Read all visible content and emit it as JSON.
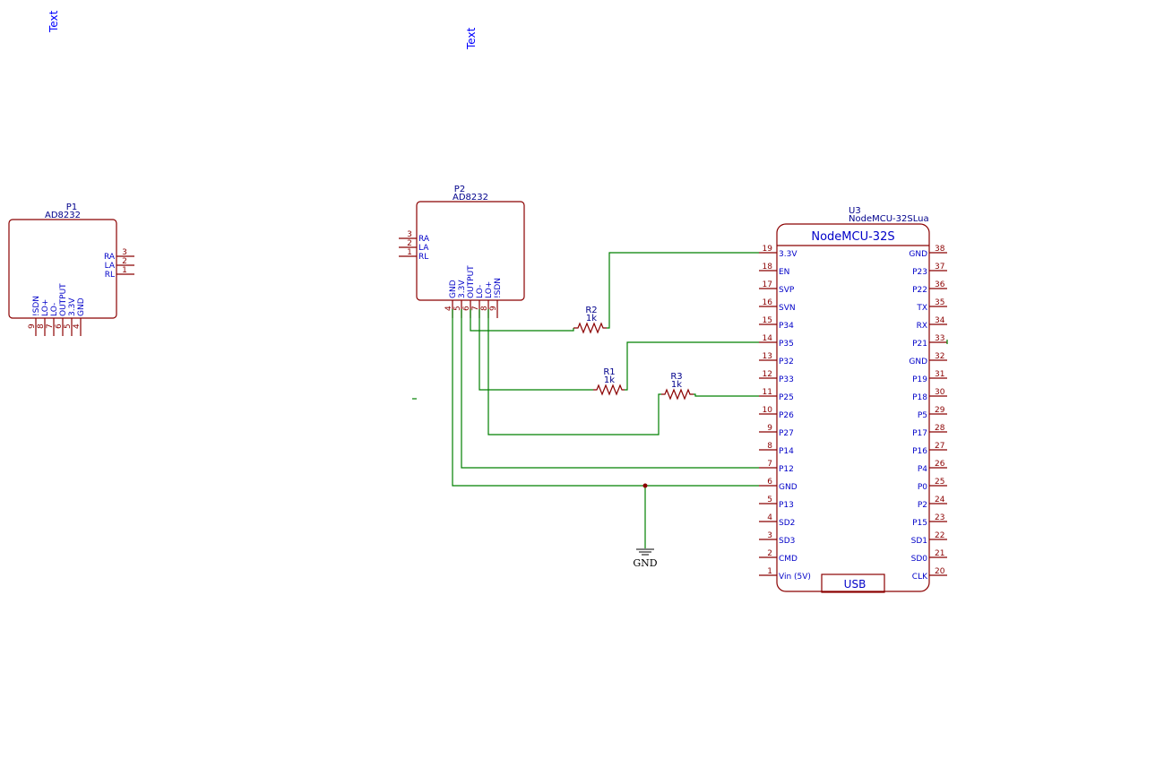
{
  "free_texts": [
    "Text",
    "Text"
  ],
  "p1": {
    "ref": "P1",
    "value": "AD8232",
    "right_pins": [
      {
        "name": "RA",
        "num": "3"
      },
      {
        "name": "LA",
        "num": "2"
      },
      {
        "name": "RL",
        "num": "1"
      }
    ],
    "bottom_pins": [
      {
        "name": "!SDN",
        "num": "9"
      },
      {
        "name": "LO+",
        "num": "8"
      },
      {
        "name": "LO-",
        "num": "7"
      },
      {
        "name": "OUTPUT",
        "num": "6"
      },
      {
        "name": "3.3V",
        "num": "5"
      },
      {
        "name": "GND",
        "num": "4"
      }
    ]
  },
  "p2": {
    "ref": "P2",
    "value": "AD8232",
    "left_pins": [
      {
        "name": "RA",
        "num": "3"
      },
      {
        "name": "LA",
        "num": "2"
      },
      {
        "name": "RL",
        "num": "1"
      }
    ],
    "bottom_pins": [
      {
        "name": "GND",
        "num": "4"
      },
      {
        "name": "3.3V",
        "num": "5"
      },
      {
        "name": "OUTPUT",
        "num": "6"
      },
      {
        "name": "LO-",
        "num": "7"
      },
      {
        "name": "LO+",
        "num": "8"
      },
      {
        "name": "!SDN",
        "num": "9"
      }
    ]
  },
  "u3": {
    "ref": "U3",
    "value": "NodeMCU-32SLua",
    "title": "NodeMCU-32S",
    "usb": "USB",
    "left_pins": [
      {
        "num": "19",
        "name": "3.3V"
      },
      {
        "num": "18",
        "name": "EN"
      },
      {
        "num": "17",
        "name": "SVP"
      },
      {
        "num": "16",
        "name": "SVN"
      },
      {
        "num": "15",
        "name": "P34"
      },
      {
        "num": "14",
        "name": "P35"
      },
      {
        "num": "13",
        "name": "P32"
      },
      {
        "num": "12",
        "name": "P33"
      },
      {
        "num": "11",
        "name": "P25"
      },
      {
        "num": "10",
        "name": "P26"
      },
      {
        "num": "9",
        "name": "P27"
      },
      {
        "num": "8",
        "name": "P14"
      },
      {
        "num": "7",
        "name": "P12"
      },
      {
        "num": "6",
        "name": "GND"
      },
      {
        "num": "5",
        "name": "P13"
      },
      {
        "num": "4",
        "name": "SD2"
      },
      {
        "num": "3",
        "name": "SD3"
      },
      {
        "num": "2",
        "name": "CMD"
      },
      {
        "num": "1",
        "name": "Vin (5V)"
      }
    ],
    "right_pins": [
      {
        "num": "38",
        "name": "GND"
      },
      {
        "num": "37",
        "name": "P23"
      },
      {
        "num": "36",
        "name": "P22"
      },
      {
        "num": "35",
        "name": "TX"
      },
      {
        "num": "34",
        "name": "RX"
      },
      {
        "num": "33",
        "name": "P21"
      },
      {
        "num": "32",
        "name": "GND"
      },
      {
        "num": "31",
        "name": "P19"
      },
      {
        "num": "30",
        "name": "P18"
      },
      {
        "num": "29",
        "name": "P5"
      },
      {
        "num": "28",
        "name": "P17"
      },
      {
        "num": "27",
        "name": "P16"
      },
      {
        "num": "26",
        "name": "P4"
      },
      {
        "num": "25",
        "name": "P0"
      },
      {
        "num": "24",
        "name": "P2"
      },
      {
        "num": "23",
        "name": "P15"
      },
      {
        "num": "22",
        "name": "SD1"
      },
      {
        "num": "21",
        "name": "SD0"
      },
      {
        "num": "20",
        "name": "CLK"
      }
    ]
  },
  "resistors": [
    {
      "ref": "R2",
      "value": "1k"
    },
    {
      "ref": "R1",
      "value": "1k"
    },
    {
      "ref": "R3",
      "value": "1k"
    }
  ],
  "gnd_symbol": {
    "label": "GND"
  },
  "colors": {
    "component": "#8b0000",
    "wire": "#008000",
    "pin_text": "#0000c8",
    "ref_text": "#00008b"
  }
}
